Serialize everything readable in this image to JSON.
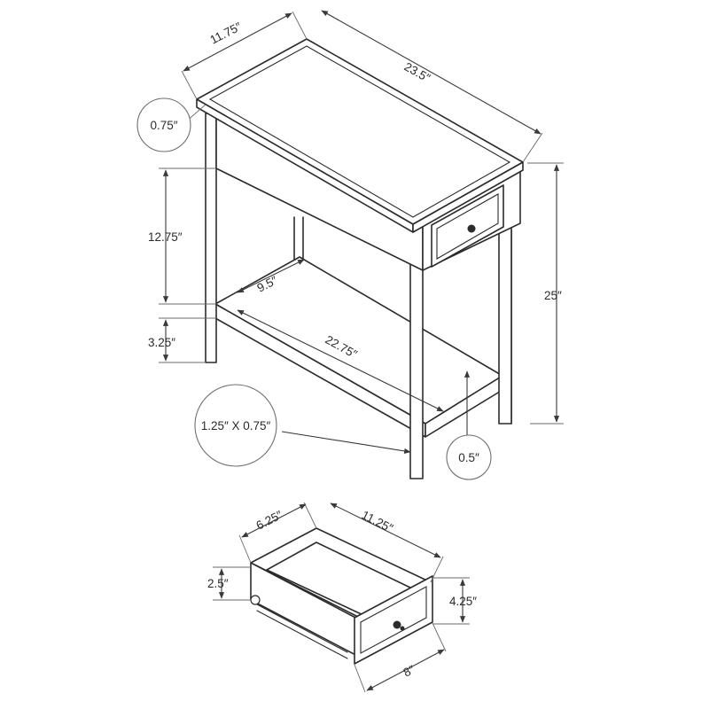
{
  "table": {
    "dimensions": {
      "top_depth": "11.75″",
      "top_width": "23.5″",
      "top_thickness": "0.75″",
      "apron_to_shelf": "12.75″",
      "shelf_height": "3.25″",
      "total_height": "25″",
      "shelf_depth": "9.5″",
      "shelf_width": "22.75″",
      "leg_size": "1.25″ X 0.75″",
      "shelf_thickness": "0.5″"
    }
  },
  "drawer": {
    "dimensions": {
      "depth": "6.25″",
      "width": "11.25″",
      "inner_height": "2.5″",
      "front_height": "4.25″",
      "front_width": "8″"
    }
  }
}
